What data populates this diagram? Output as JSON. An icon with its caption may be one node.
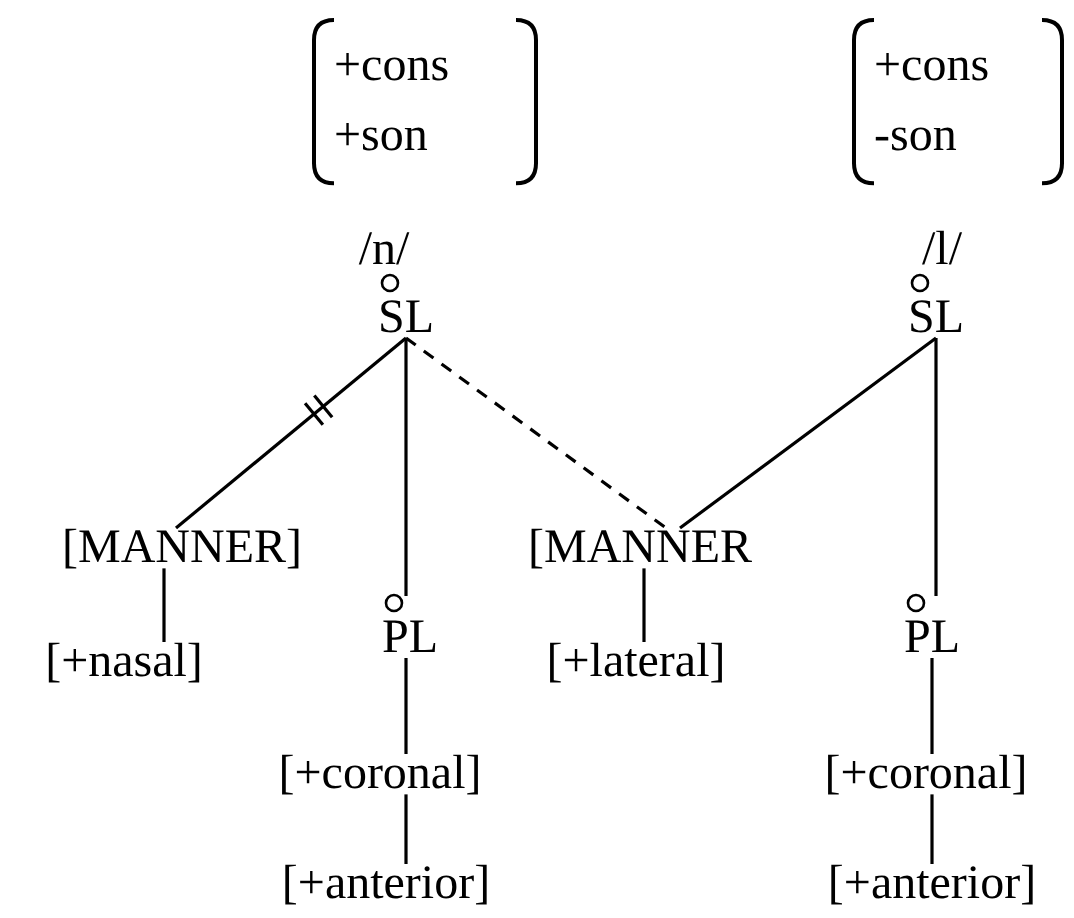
{
  "diagram": {
    "nodes": [
      {
        "text": [
          "+cons",
          "+son"
        ]
      },
      {
        "text": [
          "/n/"
        ]
      },
      {
        "text": [
          "SL"
        ]
      },
      {
        "text": [
          "+cons",
          "-son"
        ]
      },
      {
        "text": [
          "/l/"
        ]
      },
      {
        "text": [
          "SL"
        ]
      },
      {
        "text": [
          "[MANNER]"
        ]
      },
      {
        "text": [
          "PL"
        ]
      },
      {
        "text": [
          "[MANNER"
        ]
      },
      {
        "text": [
          "[+nasal]"
        ]
      },
      {
        "text": [
          "[+lateral]"
        ]
      },
      {
        "text": [
          "PL"
        ]
      },
      {
        "text": [
          "[+coronal]"
        ]
      },
      {
        "text": [
          "[+coronal]"
        ]
      },
      {
        "text": [
          "[+anterior]"
        ]
      },
      {
        "text": [
          "[+anterior]"
        ]
      }
    ],
    "edges": [
      {
        "from": 2,
        "to": 6,
        "arrow": "none"
      },
      {
        "from": 2,
        "to": 7,
        "arrow": "none"
      },
      {
        "from": 2,
        "to": 8,
        "arrow": "none",
        "style": "dashed"
      },
      {
        "from": 5,
        "to": 8,
        "arrow": "none"
      },
      {
        "from": 5,
        "to": 11,
        "arrow": "none"
      },
      {
        "from": 6,
        "to": 9,
        "arrow": "none"
      },
      {
        "from": 8,
        "to": 10,
        "arrow": "none"
      },
      {
        "from": 7,
        "to": 12,
        "arrow": "none"
      },
      {
        "from": 12,
        "to": 14,
        "arrow": "none"
      },
      {
        "from": 11,
        "to": 13,
        "arrow": "none"
      },
      {
        "from": 13,
        "to": 15,
        "arrow": "none"
      }
    ]
  }
}
